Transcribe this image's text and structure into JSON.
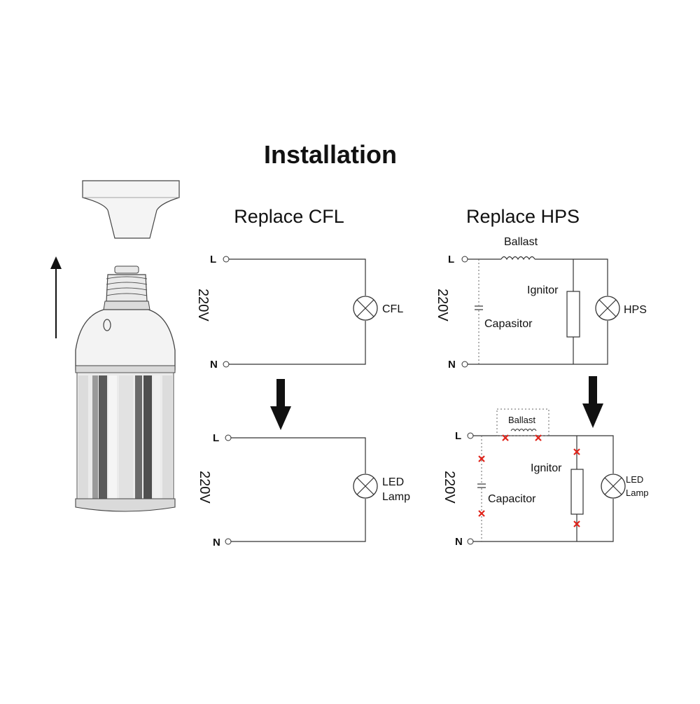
{
  "title": "Installation",
  "left_panel": {
    "heading": "Replace CFL",
    "top": {
      "terminal_l": "L",
      "terminal_n": "N",
      "voltage": "220V",
      "lamp": "CFL"
    },
    "bottom": {
      "terminal_l": "L",
      "terminal_n": "N",
      "voltage": "220V",
      "lamp_line1": "LED",
      "lamp_line2": "Lamp"
    }
  },
  "right_panel": {
    "heading": "Replace HPS",
    "top": {
      "terminal_l": "L",
      "terminal_n": "N",
      "voltage": "220V",
      "ballast": "Ballast",
      "ignitor": "Ignitor",
      "capacitor": "Capasitor",
      "lamp": "HPS"
    },
    "bottom": {
      "terminal_l": "L",
      "terminal_n": "N",
      "voltage": "220V",
      "ballast": "Ballast",
      "ignitor": "Ignitor",
      "capacitor": "Capacitor",
      "lamp_line1": "LED",
      "lamp_line2": "Lamp"
    }
  },
  "colors": {
    "remove_mark": "#e0241b",
    "line": "#333333"
  }
}
